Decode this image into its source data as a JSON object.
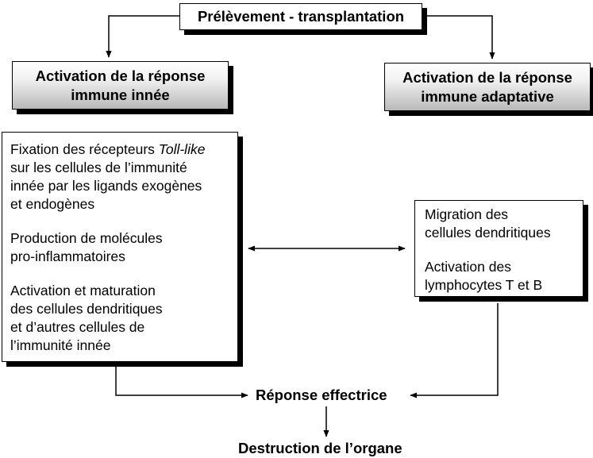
{
  "top": {
    "title": "Prélèvement - transplantation"
  },
  "innate_header": {
    "line1": "Activation de la réponse",
    "line2": "immune innée"
  },
  "adaptive_header": {
    "line1": "Activation de la réponse",
    "line2": "immune adaptative"
  },
  "innate_box": {
    "p1": {
      "l1_pre": "Fixation des récepteurs ",
      "l1_em": "Toll-like",
      "l2": "sur les cellules de l’immunité",
      "l3": "innée par les ligands exogènes",
      "l4": "et endogènes"
    },
    "p2": {
      "l1": "Production de molécules",
      "l2": "pro-inflammatoires"
    },
    "p3": {
      "l1": "Activation et maturation",
      "l2": "des cellules dendritiques",
      "l3": "et d’autres cellules de",
      "l4": "l’immunité innée"
    }
  },
  "adaptive_box": {
    "p1": {
      "l1": "Migration des",
      "l2": "cellules dendritiques"
    },
    "p2": {
      "l1": "Activation des",
      "l2": "lymphocytes T et B"
    }
  },
  "effector": "Réponse effectrice",
  "destruction": "Destruction de l’organe"
}
